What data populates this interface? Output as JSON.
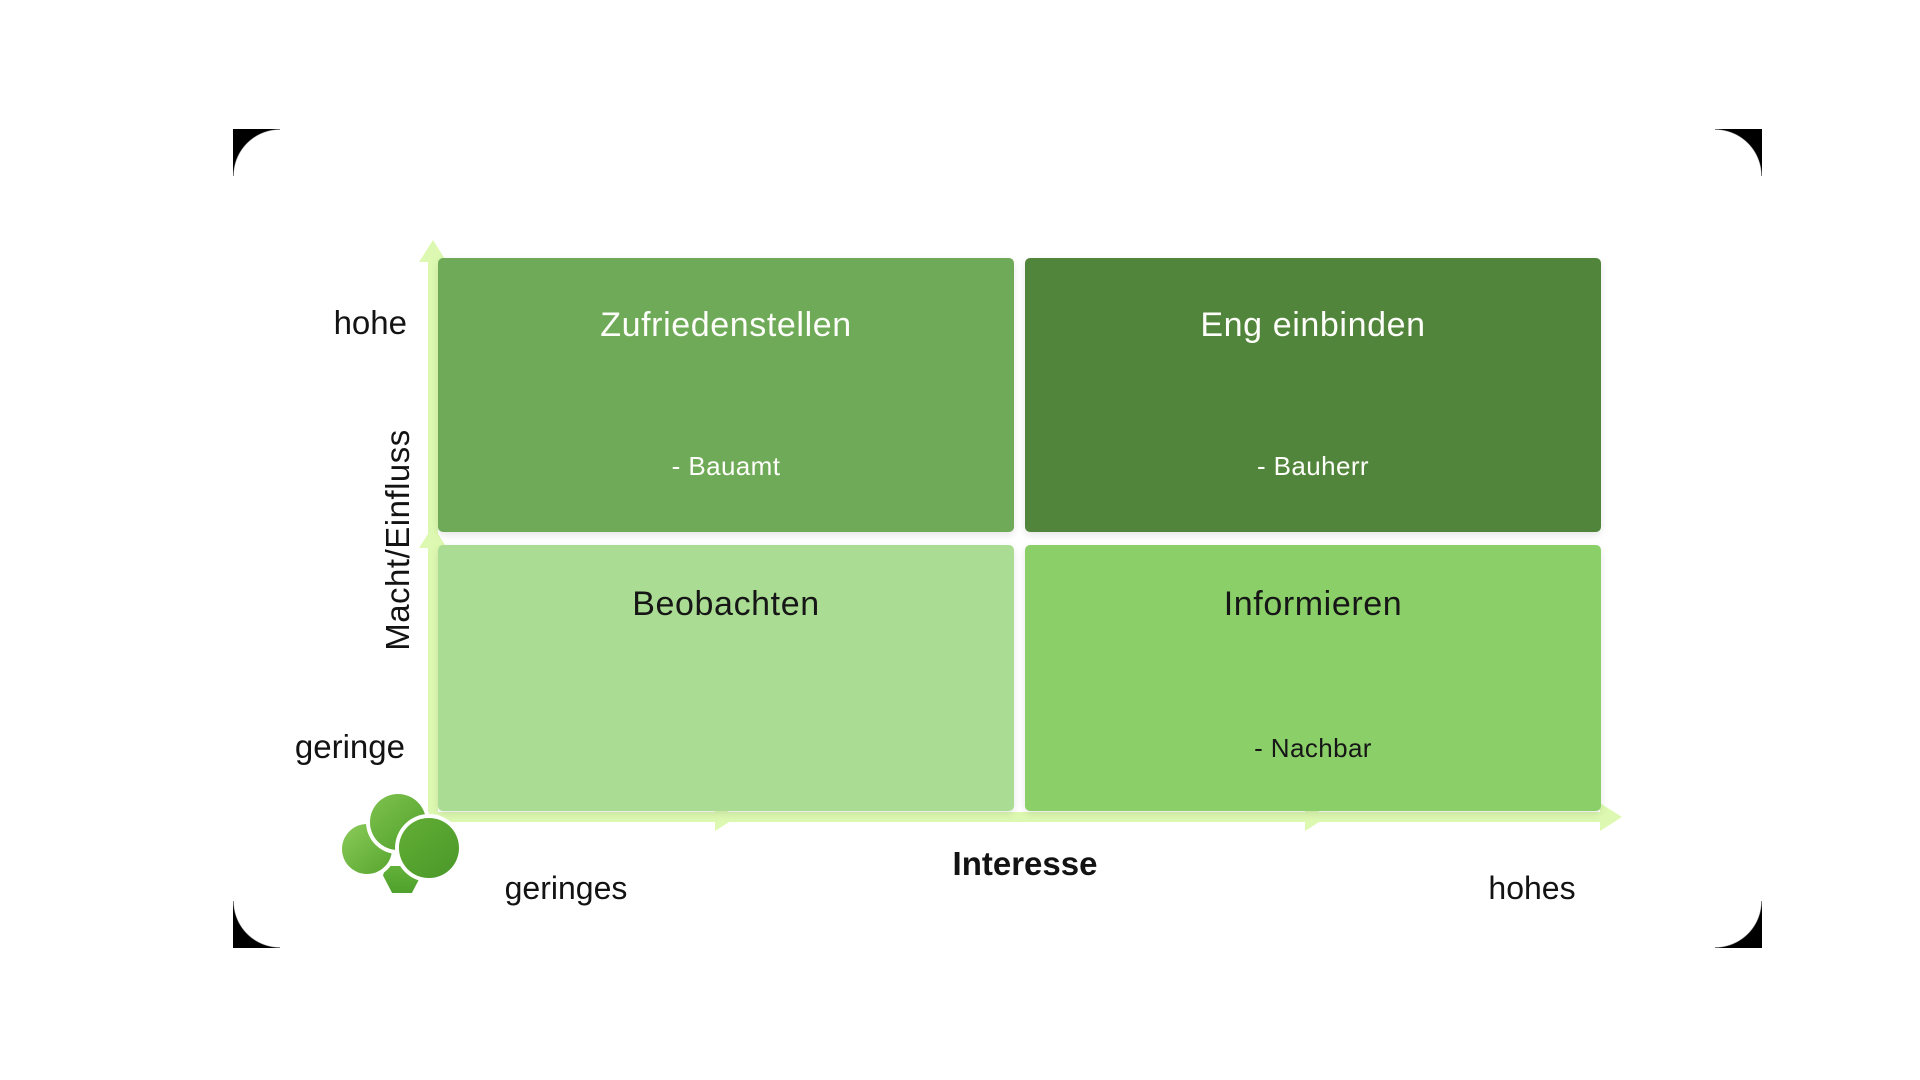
{
  "matrix": {
    "y_axis": {
      "title": "Macht/Einfluss",
      "high_label": "hohe",
      "low_label": "geringe"
    },
    "x_axis": {
      "title": "Interesse",
      "low_label": "geringes",
      "high_label": "hohes"
    },
    "axis_color": "#DDF9B1",
    "quadrants": [
      {
        "position": "top-left",
        "title": "Zufriedenstellen",
        "items": [
          "- Bauamt"
        ],
        "color": "#6FAA59",
        "text_color": "#FDFEF9"
      },
      {
        "position": "top-right",
        "title": "Eng einbinden",
        "items": [
          "- Bauherr"
        ],
        "color": "#52853C",
        "text_color": "#FDFEF9"
      },
      {
        "position": "bottom-left",
        "title": "Beobachten",
        "items": [],
        "color": "#AADD93",
        "text_color": "#161616"
      },
      {
        "position": "bottom-right",
        "title": "Informieren",
        "items": [
          "- Nachbar"
        ],
        "color": "#8BCF69",
        "text_color": "#161616"
      }
    ],
    "corner_mark_color": "#000000",
    "logo": {
      "name": "broccoli-logo",
      "colors": [
        "#7FC24E",
        "#57A52F",
        "#4A9829"
      ]
    }
  }
}
